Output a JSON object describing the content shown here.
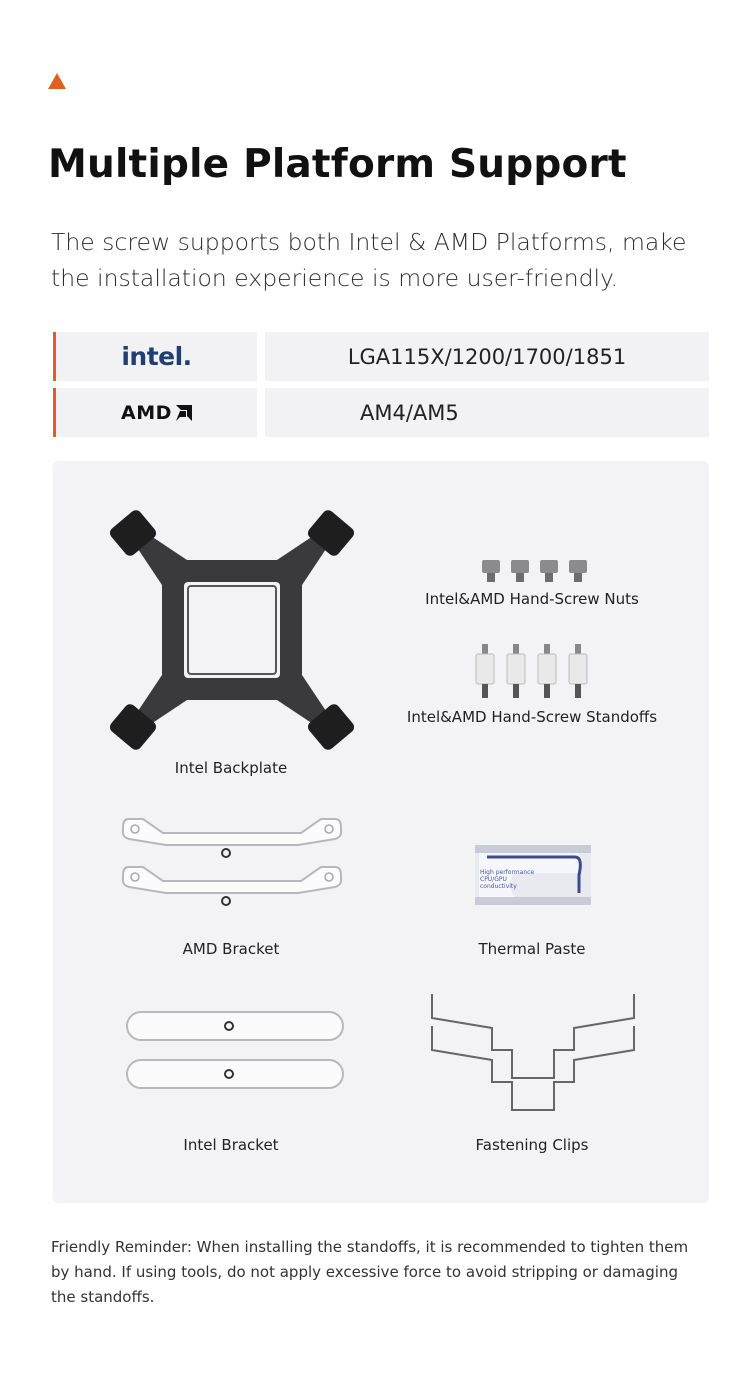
{
  "header": {
    "title": "Multiple Platform Support",
    "intro": "The screw supports both Intel & AMD Platforms, make the installation experience is more user-friendly."
  },
  "platforms": [
    {
      "brand": "intel",
      "sockets": "LGA115X/1200/1700/1851"
    },
    {
      "brand": "AMD",
      "sockets": "AM4/AM5"
    }
  ],
  "components": {
    "backplate": "Intel Backplate",
    "nuts": "Intel&AMD Hand-Screw Nuts",
    "standoffs": "Intel&AMD Hand-Screw Standoffs",
    "amd_bracket": "AMD Bracket",
    "thermal_paste": "Thermal Paste",
    "thermal_paste_pack_text": "High performance CPU/GPU conductivity",
    "intel_bracket": "Intel Bracket",
    "clips": "Fastening Clips"
  },
  "reminder": "Friendly Reminder: When installing the standoffs, it is recommended to tighten them by hand. If using tools, do not apply excessive force to avoid stripping or damaging the standoffs.",
  "colors": {
    "accent": "#e2601f",
    "panel": "#f3f3f5",
    "intel_blue": "#1f3f73"
  }
}
